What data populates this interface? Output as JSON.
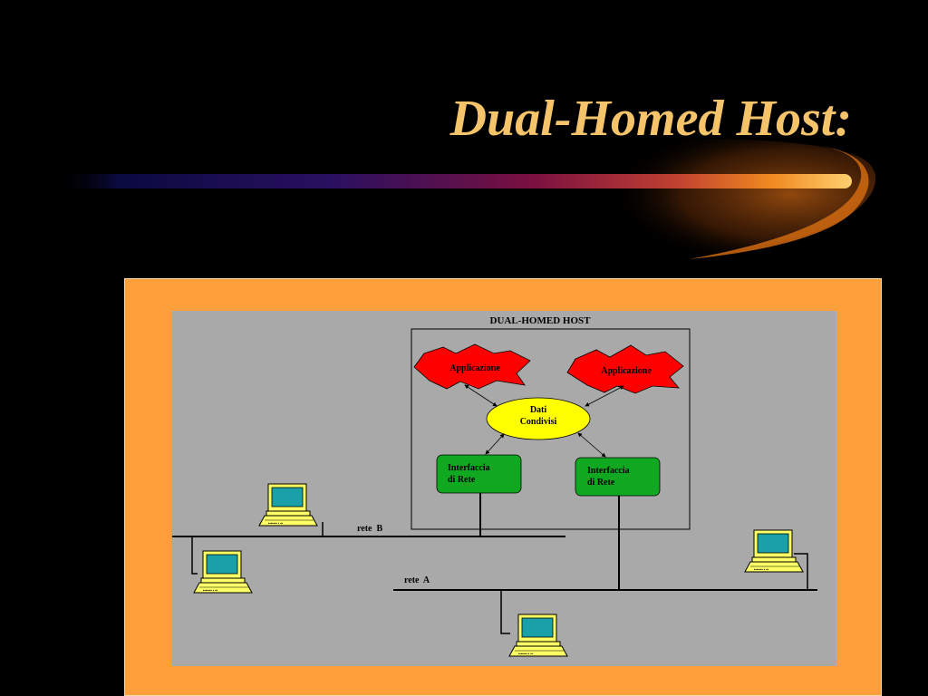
{
  "slide": {
    "title": "Dual-Homed Host:"
  },
  "diagram": {
    "host_box_title": "DUAL-HOMED HOST",
    "applications": [
      "Applicazione",
      "Applicazione"
    ],
    "shared_data": {
      "line1": "Dati",
      "line2": "Condivisi"
    },
    "network_interfaces": [
      {
        "line1": "Interfaccia",
        "line2": "di Rete"
      },
      {
        "line1": "Interfaccia",
        "line2": "di Rete"
      }
    ],
    "networks": {
      "b": "rete  B",
      "a": "rete  A"
    }
  },
  "colors": {
    "background": "#000000",
    "title": "#f5c46a",
    "frame": "#fd9f3a",
    "canvas": "#a9a9a9",
    "application": "#ff0000",
    "shared_data": "#ffff00",
    "interface": "#10a820",
    "monitor_screen": "#1aa0a8",
    "computer_body": "#ffff66"
  },
  "icons": [
    "computer-icon"
  ]
}
